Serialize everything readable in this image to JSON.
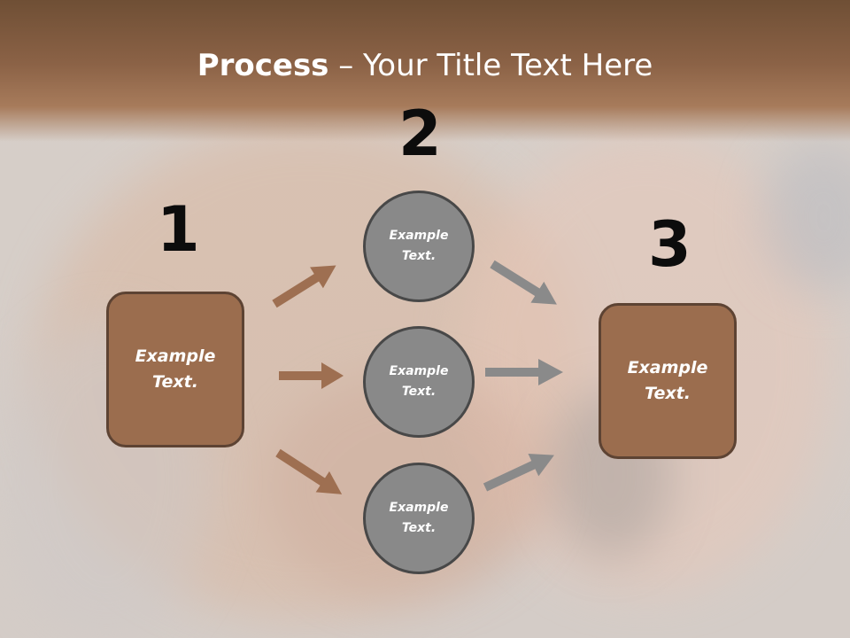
{
  "slide": {
    "title_strong": "Process",
    "title_rest": " – Your Title Text Here"
  },
  "steps": {
    "one": "1",
    "two": "2",
    "three": "3"
  },
  "boxes": {
    "left": "Example Text.",
    "right": "Example Text."
  },
  "circles": [
    {
      "text": "Example Text."
    },
    {
      "text": "Example Text."
    },
    {
      "text": "Example Text."
    }
  ],
  "colors": {
    "title_band": "#8b6246",
    "box_fill": "#9b6d4e",
    "box_border": "#5d4333",
    "circle_fill": "#898989",
    "circle_border": "#484848",
    "arrow_brown": "#9e6f51",
    "arrow_gray": "#8a8a8a"
  }
}
